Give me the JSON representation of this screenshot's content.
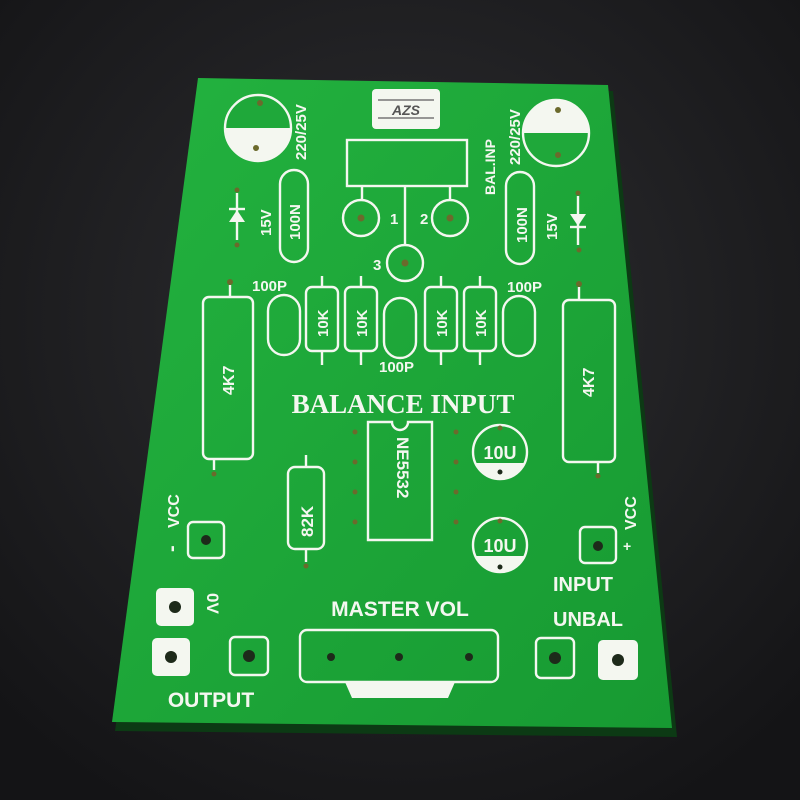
{
  "board": {
    "logo": "AZS",
    "title": "BALANCE INPUT",
    "caps_electrolytic": [
      "220/25V",
      "220/25V"
    ],
    "caps_ceramic_100n": [
      "100N",
      "100N"
    ],
    "zeners": [
      "15V",
      "15V"
    ],
    "connector_label": "BAL.INP",
    "pin_labels": [
      "1",
      "2",
      "3"
    ],
    "caps_100p": [
      "100P",
      "100P",
      "100P"
    ],
    "resistors_10k": [
      "10K",
      "10K",
      "10K",
      "10K"
    ],
    "resistors_4k7": [
      "4K7",
      "4K7"
    ],
    "ic": "NE5532",
    "caps_10u": [
      "10U",
      "10U"
    ],
    "resistor_82k": "82K",
    "vcc_minus": {
      "label": "VCC",
      "sign": "-"
    },
    "vcc_plus": {
      "label": "VCC",
      "sign": "+"
    },
    "ground": "0V",
    "output": "OUTPUT",
    "master_vol": "MASTER VOL",
    "input_unbal": [
      "INPUT",
      "UNBAL"
    ],
    "colors": {
      "pcb": "#1fa83a",
      "silkscreen": "#f4f7f0",
      "background": "#1e1e20"
    }
  }
}
